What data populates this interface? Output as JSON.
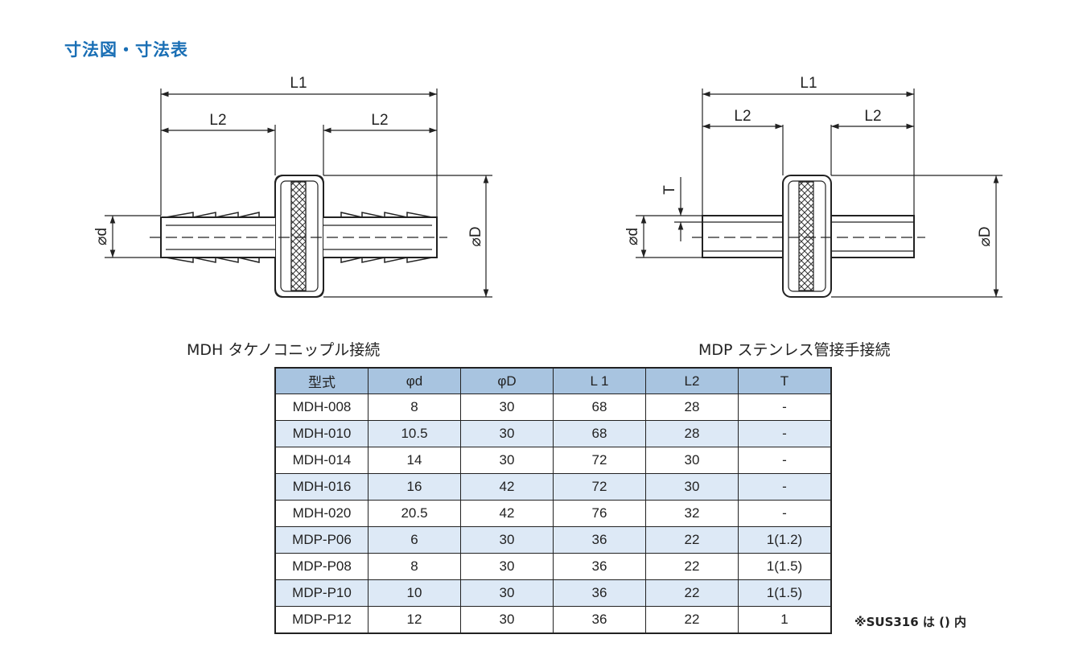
{
  "title": "寸法図・寸法表",
  "drawing_left": {
    "caption": "MDH タケノコニップル接続",
    "labels": {
      "l1": "L1",
      "l2a": "L2",
      "l2b": "L2",
      "d": "⌀d",
      "D": "⌀D"
    }
  },
  "drawing_right": {
    "caption": "MDP ステンレス管接手接続",
    "labels": {
      "l1": "L1",
      "l2a": "L2",
      "l2b": "L2",
      "t": "T",
      "d": "⌀d",
      "D": "⌀D"
    }
  },
  "table": {
    "headers": [
      "型式",
      "φd",
      "φD",
      "L 1",
      "L2",
      "T"
    ],
    "rows": [
      [
        "MDH-008",
        "8",
        "30",
        "68",
        "28",
        "-"
      ],
      [
        "MDH-010",
        "10.5",
        "30",
        "68",
        "28",
        "-"
      ],
      [
        "MDH-014",
        "14",
        "30",
        "72",
        "30",
        "-"
      ],
      [
        "MDH-016",
        "16",
        "42",
        "72",
        "30",
        "-"
      ],
      [
        "MDH-020",
        "20.5",
        "42",
        "76",
        "32",
        "-"
      ],
      [
        "MDP-P06",
        "6",
        "30",
        "36",
        "22",
        "1(1.2)"
      ],
      [
        "MDP-P08",
        "8",
        "30",
        "36",
        "22",
        "1(1.5)"
      ],
      [
        "MDP-P10",
        "10",
        "30",
        "36",
        "22",
        "1(1.5)"
      ],
      [
        "MDP-P12",
        "12",
        "30",
        "36",
        "22",
        "1"
      ]
    ]
  },
  "note": "※SUS316 は () 内"
}
